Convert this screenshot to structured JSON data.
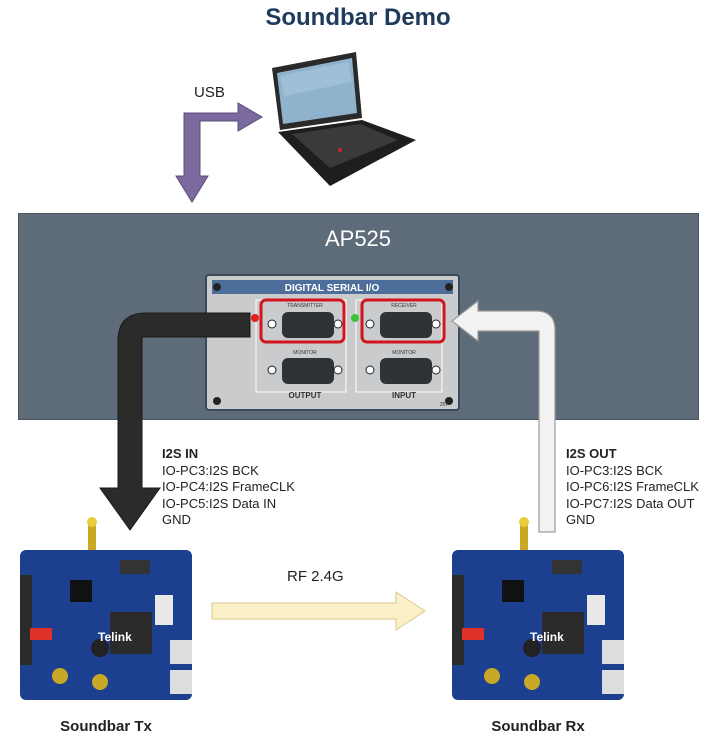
{
  "title": "Soundbar Demo",
  "usb_label": "USB",
  "ap_label": "AP525",
  "panel": {
    "title": "DIGITAL SERIAL I/O",
    "transmitter": "TRANSMITTER",
    "receiver": "RECEIVER",
    "monitor_left": "MONITOR",
    "monitor_right": "MONITOR",
    "output": "OUTPUT",
    "input": "INPUT",
    "code": "257"
  },
  "i2s_in": {
    "header": "I2S IN",
    "lines": [
      "IO-PC3:I2S BCK",
      "IO-PC4:I2S FrameCLK",
      "IO-PC5:I2S Data IN",
      "GND"
    ]
  },
  "i2s_out": {
    "header": "I2S OUT",
    "lines": [
      "IO-PC3:I2S BCK",
      "IO-PC6:I2S FrameCLK",
      "IO-PC7:I2S Data OUT",
      "GND"
    ]
  },
  "rf_label": "RF 2.4G",
  "board_logo": "Telink",
  "tx_label": "Soundbar Tx",
  "rx_label": "Soundbar Rx",
  "colors": {
    "title": "#1f3b5c",
    "ap_box": "#5e6b78",
    "usb_arrow": "#7b6a9e",
    "in_arrow": "#2b2b2b",
    "out_arrow": "#f2f2f2",
    "rf_arrow": "#fbf0c8",
    "board": "#1d3f8f",
    "highlight": "#d4141d"
  }
}
